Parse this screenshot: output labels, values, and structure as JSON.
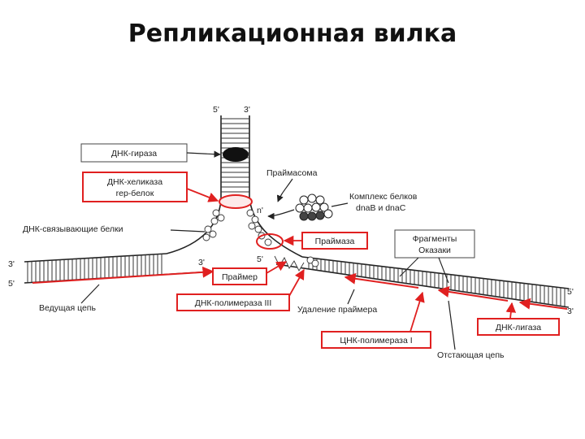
{
  "title": "Репликационная вилка",
  "colors": {
    "accent": "#e02020",
    "ink": "#222222",
    "highlight": "#fde9e9"
  },
  "strand_ends": {
    "top_5": "5'",
    "top_3": "3'",
    "left_3": "3'",
    "left_5": "5'",
    "right_5": "5'",
    "right_3": "3'",
    "lead_3": "3'",
    "lag_5": "5'",
    "n_prime": "n'"
  },
  "labels": {
    "gyrase": "ДНК-гираза",
    "helicase_line1": "ДНК-хеликаза",
    "helicase_line2": "rep-белок",
    "ssb": "ДНК-связывающие белки",
    "primasome": "Праймасома",
    "complex_line1": "Комплекс белков",
    "complex_line2": "dnaB и dnaC",
    "primase": "Праймаза",
    "okazaki_line1": "Фрагменты",
    "okazaki_line2": "Оказаки",
    "primer": "Праймер",
    "leading": "Ведущая цепь",
    "pol3": "ДНК-полимераза III",
    "primer_removal": "Удаление праймера",
    "pol1": "ЦНК-полимераза I",
    "ligase": "ДНК-лигаза",
    "lagging": "Отстающая цепь"
  }
}
